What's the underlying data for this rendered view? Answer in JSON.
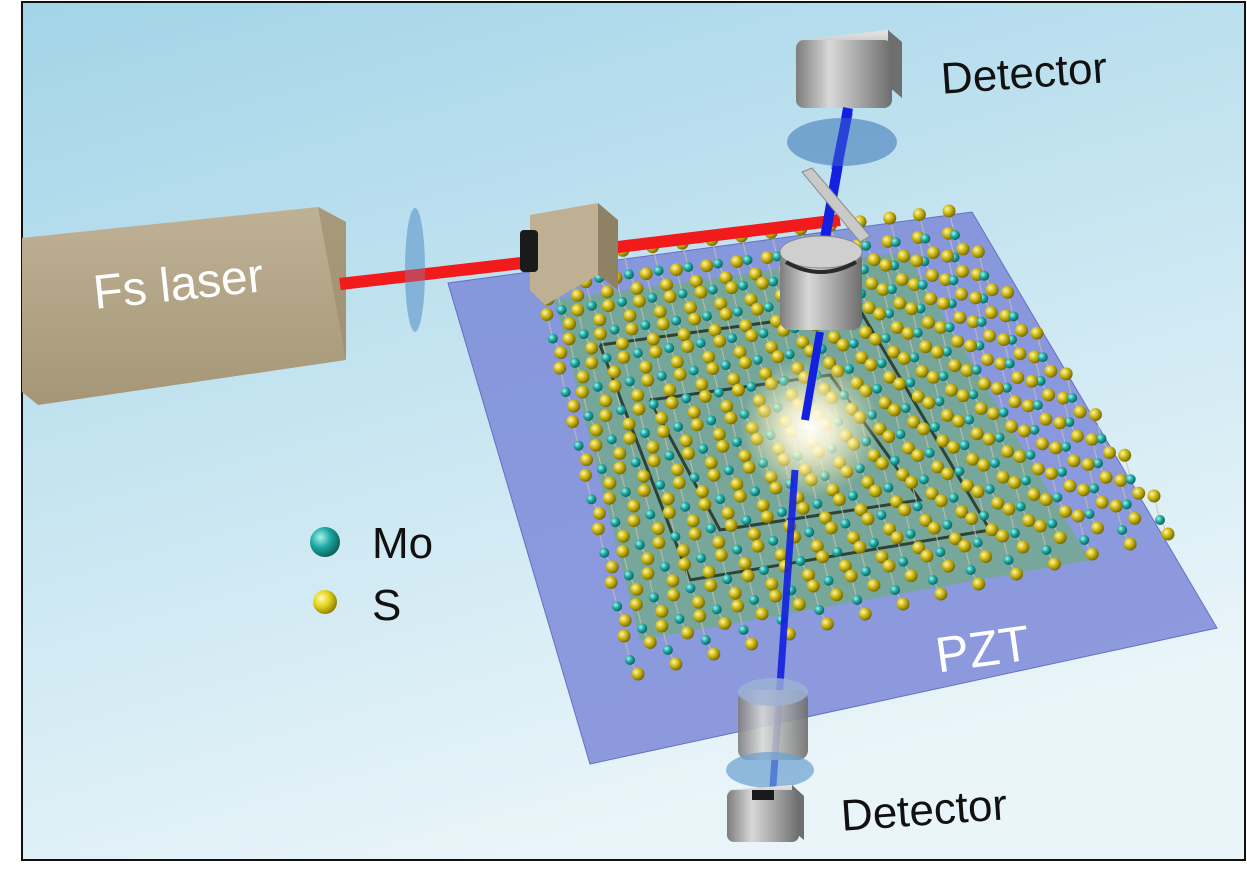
{
  "labels": {
    "top_detector": "Detector",
    "bottom_detector": "Detector",
    "laser": "Fs laser",
    "substrate": "PZT"
  },
  "legend": {
    "items": [
      {
        "symbol": "Mo",
        "color": "#1aa6a0"
      },
      {
        "symbol": "S",
        "color": "#e2d21a"
      }
    ]
  },
  "colors": {
    "background_top": "#a9d8ea",
    "background_bottom": "#e6f3f8",
    "laser_beam": "#f21b1b",
    "signal_beam": "#1320e0",
    "laser_box": "#b7a98a",
    "substrate": "#7a86d6",
    "crystal_film": "#5fb84a",
    "detector_body": "#9a9a9a",
    "molybdenum": "#1aa6a0",
    "sulfur": "#c9b411"
  },
  "icons": {
    "top_detector": "detector-box-icon",
    "bottom_detector": "detector-box-icon",
    "objective": "objective-lens-icon",
    "lens": "lens-disc-icon",
    "mirror": "dichroic-mirror-icon"
  }
}
